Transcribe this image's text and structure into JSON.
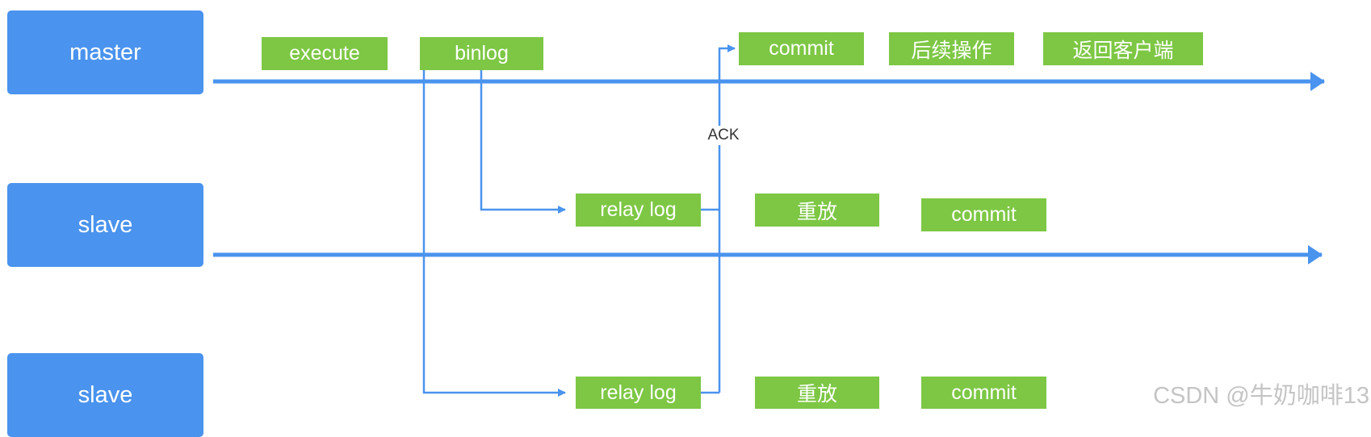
{
  "roles": {
    "master": "master",
    "slave_1": "slave",
    "slave_2": "slave"
  },
  "master_steps": {
    "execute": "execute",
    "binlog": "binlog",
    "commit": "commit",
    "follow_up": "后续操作",
    "return_client": "返回客户端"
  },
  "slave_1_steps": {
    "relay_log": "relay log",
    "replay": "重放",
    "commit": "commit"
  },
  "slave_2_steps": {
    "relay_log": "relay log",
    "replay": "重放",
    "commit": "commit"
  },
  "ack_label": "ACK",
  "watermark": "CSDN @牛奶咖啡13",
  "colors": {
    "role_blue": "#4a93ee",
    "step_green": "#7dc744",
    "arrow_blue": "#4a93ee"
  }
}
